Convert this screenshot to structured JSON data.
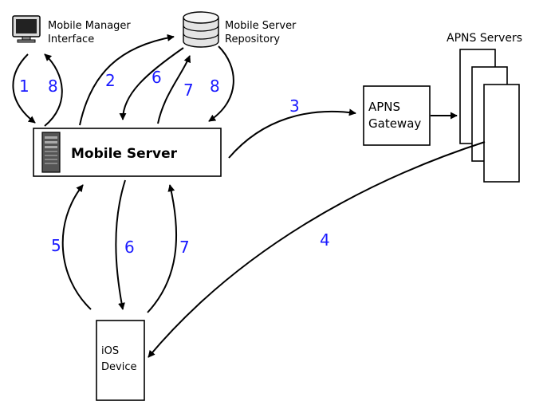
{
  "nodes": {
    "mobile_manager": {
      "line1": "Mobile Manager",
      "line2": "Interface",
      "icon": "monitor-icon"
    },
    "repository": {
      "line1": "Mobile Server",
      "line2": "Repository",
      "icon": "database-icon"
    },
    "mobile_server": {
      "label": "Mobile Server",
      "icon": "server-tower-icon"
    },
    "apns_gateway": {
      "line1": "APNS",
      "line2": "Gateway"
    },
    "apns_servers": {
      "label": "APNS Servers"
    },
    "ios_device": {
      "line1": "iOS",
      "line2": "Device"
    }
  },
  "steps": {
    "s1": "1",
    "s8_manager": "8",
    "s2": "2",
    "s6_repo": "6",
    "s7_repo": "7",
    "s8_repo": "8",
    "s3": "3",
    "s4": "4",
    "s5": "5",
    "s6_device": "6",
    "s7_device": "7"
  },
  "colors": {
    "step_number": "#1a1aff",
    "line": "#000000",
    "monitor_screen": "#222222",
    "tower": "#555555"
  }
}
